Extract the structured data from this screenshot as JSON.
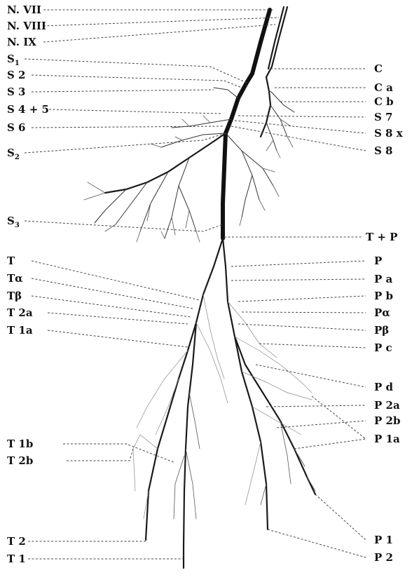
{
  "labels_left": [
    {
      "id": "n7",
      "text": "N. VII"
    },
    {
      "id": "n8",
      "text": "N. VIII"
    },
    {
      "id": "n9",
      "text": "N. IX"
    },
    {
      "id": "s1",
      "text": "S",
      "sub": "1"
    },
    {
      "id": "s2",
      "text": "S 2"
    },
    {
      "id": "s3",
      "text": "S 3"
    },
    {
      "id": "s45",
      "text": "S 4 + 5"
    },
    {
      "id": "s6",
      "text": "S 6"
    },
    {
      "id": "s2b",
      "text": "S",
      "sub": "2"
    },
    {
      "id": "s3b",
      "text": "S",
      "sub": "3"
    },
    {
      "id": "t",
      "text": "T"
    },
    {
      "id": "ta",
      "text": "Tα"
    },
    {
      "id": "tb",
      "text": "Tβ"
    },
    {
      "id": "t2a",
      "text": "T 2a"
    },
    {
      "id": "t1a",
      "text": "T 1a"
    },
    {
      "id": "t1b",
      "text": "T 1b"
    },
    {
      "id": "t2b",
      "text": "T 2b"
    },
    {
      "id": "t2",
      "text": "T 2"
    },
    {
      "id": "t1",
      "text": "T 1"
    }
  ],
  "labels_right": [
    {
      "id": "c",
      "text": "C"
    },
    {
      "id": "ca",
      "text": "C a"
    },
    {
      "id": "cb",
      "text": "C b"
    },
    {
      "id": "s7",
      "text": "S 7"
    },
    {
      "id": "s8x",
      "text": "S 8 x"
    },
    {
      "id": "s8",
      "text": "S 8"
    },
    {
      "id": "tp",
      "text": "T + P"
    },
    {
      "id": "p",
      "text": "P"
    },
    {
      "id": "pa",
      "text": "P a"
    },
    {
      "id": "pb",
      "text": "P b"
    },
    {
      "id": "palpha",
      "text": "Pα"
    },
    {
      "id": "pbeta",
      "text": "Pβ"
    },
    {
      "id": "pc",
      "text": "P c"
    },
    {
      "id": "pd",
      "text": "P d"
    },
    {
      "id": "p2a",
      "text": "P 2a"
    },
    {
      "id": "p2b",
      "text": "P 2b"
    },
    {
      "id": "p1a",
      "text": "P 1a"
    },
    {
      "id": "p1",
      "text": "P 1"
    },
    {
      "id": "p2",
      "text": "P 2"
    }
  ]
}
